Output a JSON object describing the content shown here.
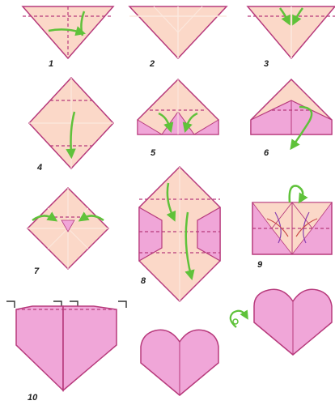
{
  "diagram": {
    "steps": [
      {
        "label": "1"
      },
      {
        "label": "2"
      },
      {
        "label": "3"
      },
      {
        "label": "4"
      },
      {
        "label": "5"
      },
      {
        "label": "6"
      },
      {
        "label": "7"
      },
      {
        "label": "8"
      },
      {
        "label": "9"
      },
      {
        "label": "10"
      }
    ],
    "colors": {
      "paper_light": "#fbd8c8",
      "paper_pink": "#f0a6d8",
      "outline": "#b73a7c",
      "arrow": "#5fc23a",
      "guide": "#fbe9df"
    }
  }
}
